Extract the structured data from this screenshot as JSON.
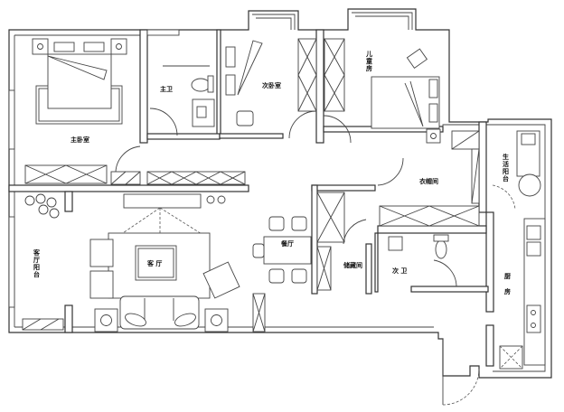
{
  "rooms": {
    "master_bedroom": "主卧室",
    "master_bath": "主卫",
    "second_bedroom": "次卧室",
    "kids_room": [
      "儿",
      "童",
      "房"
    ],
    "closet": "衣帽间",
    "service_balcony": [
      "生",
      "活",
      "阳",
      "台"
    ],
    "living_balcony": [
      "客",
      "厅",
      "阳",
      "台"
    ],
    "living_room": "客 厅",
    "dining_room": "餐厅",
    "storage": "储藏间",
    "second_bath": "次 卫",
    "kitchen": [
      "厨",
      "房"
    ]
  }
}
